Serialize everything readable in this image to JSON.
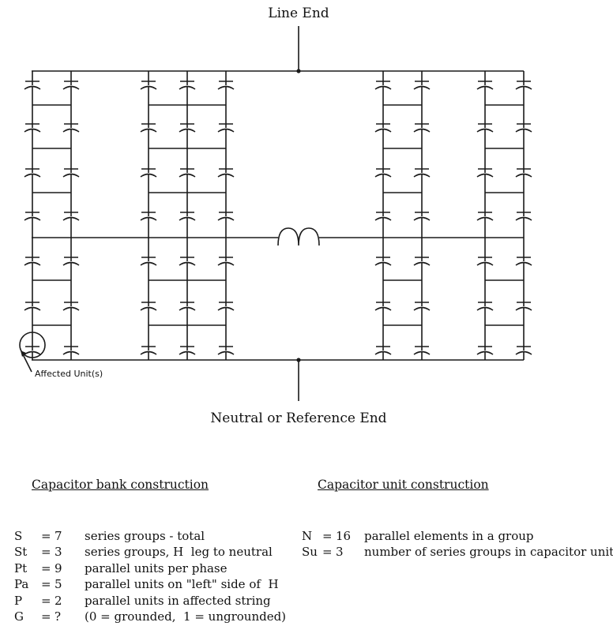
{
  "diagram": {
    "line_end_label": "Line End",
    "neutral_end_label": "Neutral or Reference End",
    "affected_label": "Affected Unit(s)"
  },
  "bank_construction": {
    "title": "Capacitor bank construction",
    "rows": [
      {
        "sym": "S",
        "eq": "=",
        "val": "7",
        "desc": "series groups - total"
      },
      {
        "sym": "St",
        "eq": "=",
        "val": "3",
        "desc": "series groups, H  leg to neutral"
      },
      {
        "sym": "Pt",
        "eq": "=",
        "val": "9",
        "desc": "parallel units per phase"
      },
      {
        "sym": "Pa",
        "eq": "=",
        "val": "5",
        "desc": "parallel units on \"left\" side of  H"
      },
      {
        "sym": "P",
        "eq": "=",
        "val": "2",
        "desc": "parallel units in affected string"
      },
      {
        "sym": "G",
        "eq": "=",
        "val": "?",
        "desc": "(0 = grounded,  1 = ungrounded)"
      }
    ]
  },
  "unit_construction": {
    "title": "Capacitor unit construction",
    "rows": [
      {
        "sym": "N",
        "eq": "=",
        "val": "16",
        "desc": "parallel elements in a group"
      },
      {
        "sym": "Su",
        "eq": "=",
        "val": "3",
        "desc": "number of series groups in capacitor unit"
      }
    ]
  }
}
